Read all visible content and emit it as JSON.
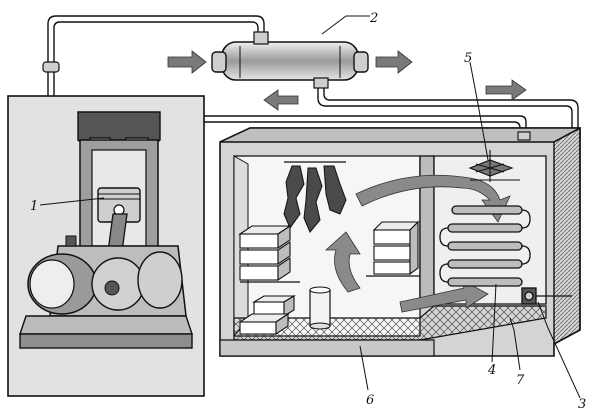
{
  "diagram": {
    "labels": [
      {
        "id": "1",
        "text": "1"
      },
      {
        "id": "2",
        "text": "2"
      },
      {
        "id": "3",
        "text": "3"
      },
      {
        "id": "4",
        "text": "4"
      },
      {
        "id": "5",
        "text": "5"
      },
      {
        "id": "6",
        "text": "6"
      },
      {
        "id": "7",
        "text": "7"
      }
    ],
    "colors": {
      "ink": "#111111",
      "fill": "#d8d8d8",
      "dark": "#555555",
      "arrow": "#7a7a7a"
    }
  }
}
